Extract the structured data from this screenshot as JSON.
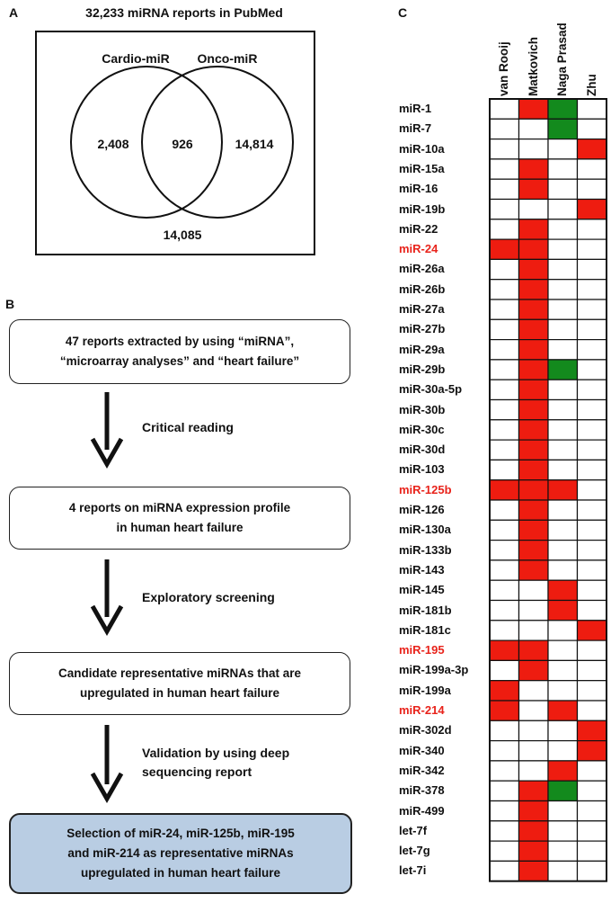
{
  "panel_a": {
    "letter": "A",
    "title": "32,233 miRNA reports in PubMed",
    "venn": {
      "left_label": "Cardio-miR",
      "right_label": "Onco-miR",
      "left_only": "2,408",
      "overlap": "926",
      "right_only": "14,814",
      "outside": "14,085"
    }
  },
  "panel_b": {
    "letter": "B",
    "boxes": [
      {
        "lines": [
          "47 reports extracted by using “miRNA”,",
          "“microarray analyses” and “heart failure”"
        ]
      },
      {
        "lines": [
          "4 reports on miRNA expression profile",
          "in human heart failure"
        ]
      },
      {
        "lines": [
          "Candidate representative miRNAs that are",
          "upregulated in human heart failure"
        ]
      },
      {
        "lines": [
          "Selection of miR-24, miR-125b, miR-195",
          "and miR-214 as representative miRNAs",
          "upregulated in human heart failure"
        ]
      }
    ],
    "steps": [
      {
        "lines": [
          "Critical reading"
        ]
      },
      {
        "lines": [
          "Exploratory screening"
        ]
      },
      {
        "lines": [
          "Validation by using deep",
          "sequencing report"
        ]
      }
    ]
  },
  "panel_c": {
    "letter": "C",
    "columns": [
      "van Rooij",
      "Matkovich",
      "Naga Prasad",
      "Zhu"
    ],
    "colors": {
      "red": "#ee1c10",
      "green": "#138a1d",
      "empty": "#ffffff",
      "highlight_text": "#e8231b"
    },
    "rows": [
      {
        "name": "miR-1",
        "highlight": false,
        "cells": [
          "",
          "R",
          "G",
          ""
        ]
      },
      {
        "name": "miR-7",
        "highlight": false,
        "cells": [
          "",
          "",
          "G",
          ""
        ]
      },
      {
        "name": "miR-10a",
        "highlight": false,
        "cells": [
          "",
          "",
          "",
          "R"
        ]
      },
      {
        "name": "miR-15a",
        "highlight": false,
        "cells": [
          "",
          "R",
          "",
          ""
        ]
      },
      {
        "name": "miR-16",
        "highlight": false,
        "cells": [
          "",
          "R",
          "",
          ""
        ]
      },
      {
        "name": "miR-19b",
        "highlight": false,
        "cells": [
          "",
          "",
          "",
          "R"
        ]
      },
      {
        "name": "miR-22",
        "highlight": false,
        "cells": [
          "",
          "R",
          "",
          ""
        ]
      },
      {
        "name": "miR-24",
        "highlight": true,
        "cells": [
          "R",
          "R",
          "",
          ""
        ]
      },
      {
        "name": "miR-26a",
        "highlight": false,
        "cells": [
          "",
          "R",
          "",
          ""
        ]
      },
      {
        "name": "miR-26b",
        "highlight": false,
        "cells": [
          "",
          "R",
          "",
          ""
        ]
      },
      {
        "name": "miR-27a",
        "highlight": false,
        "cells": [
          "",
          "R",
          "",
          ""
        ]
      },
      {
        "name": "miR-27b",
        "highlight": false,
        "cells": [
          "",
          "R",
          "",
          ""
        ]
      },
      {
        "name": "miR-29a",
        "highlight": false,
        "cells": [
          "",
          "R",
          "",
          ""
        ]
      },
      {
        "name": "miR-29b",
        "highlight": false,
        "cells": [
          "",
          "R",
          "G",
          ""
        ]
      },
      {
        "name": "miR-30a-5p",
        "highlight": false,
        "cells": [
          "",
          "R",
          "",
          ""
        ]
      },
      {
        "name": "miR-30b",
        "highlight": false,
        "cells": [
          "",
          "R",
          "",
          ""
        ]
      },
      {
        "name": "miR-30c",
        "highlight": false,
        "cells": [
          "",
          "R",
          "",
          ""
        ]
      },
      {
        "name": "miR-30d",
        "highlight": false,
        "cells": [
          "",
          "R",
          "",
          ""
        ]
      },
      {
        "name": "miR-103",
        "highlight": false,
        "cells": [
          "",
          "R",
          "",
          ""
        ]
      },
      {
        "name": "miR-125b",
        "highlight": true,
        "cells": [
          "R",
          "R",
          "R",
          ""
        ]
      },
      {
        "name": "miR-126",
        "highlight": false,
        "cells": [
          "",
          "R",
          "",
          ""
        ]
      },
      {
        "name": "miR-130a",
        "highlight": false,
        "cells": [
          "",
          "R",
          "",
          ""
        ]
      },
      {
        "name": "miR-133b",
        "highlight": false,
        "cells": [
          "",
          "R",
          "",
          ""
        ]
      },
      {
        "name": "miR-143",
        "highlight": false,
        "cells": [
          "",
          "R",
          "",
          ""
        ]
      },
      {
        "name": "miR-145",
        "highlight": false,
        "cells": [
          "",
          "",
          "R",
          ""
        ]
      },
      {
        "name": "miR-181b",
        "highlight": false,
        "cells": [
          "",
          "",
          "R",
          ""
        ]
      },
      {
        "name": "miR-181c",
        "highlight": false,
        "cells": [
          "",
          "",
          "",
          "R"
        ]
      },
      {
        "name": "miR-195",
        "highlight": true,
        "cells": [
          "R",
          "R",
          "",
          ""
        ]
      },
      {
        "name": "miR-199a-3p",
        "highlight": false,
        "cells": [
          "",
          "R",
          "",
          ""
        ]
      },
      {
        "name": "miR-199a",
        "highlight": false,
        "cells": [
          "R",
          "",
          "",
          ""
        ]
      },
      {
        "name": "miR-214",
        "highlight": true,
        "cells": [
          "R",
          "",
          "R",
          ""
        ]
      },
      {
        "name": "miR-302d",
        "highlight": false,
        "cells": [
          "",
          "",
          "",
          "R"
        ]
      },
      {
        "name": "miR-340",
        "highlight": false,
        "cells": [
          "",
          "",
          "",
          "R"
        ]
      },
      {
        "name": "miR-342",
        "highlight": false,
        "cells": [
          "",
          "",
          "R",
          ""
        ]
      },
      {
        "name": "miR-378",
        "highlight": false,
        "cells": [
          "",
          "R",
          "G",
          ""
        ]
      },
      {
        "name": "miR-499",
        "highlight": false,
        "cells": [
          "",
          "R",
          "",
          ""
        ]
      },
      {
        "name": "let-7f",
        "highlight": false,
        "cells": [
          "",
          "R",
          "",
          ""
        ]
      },
      {
        "name": "let-7g",
        "highlight": false,
        "cells": [
          "",
          "R",
          "",
          ""
        ]
      },
      {
        "name": "let-7i",
        "highlight": false,
        "cells": [
          "",
          "R",
          "",
          ""
        ]
      }
    ]
  }
}
